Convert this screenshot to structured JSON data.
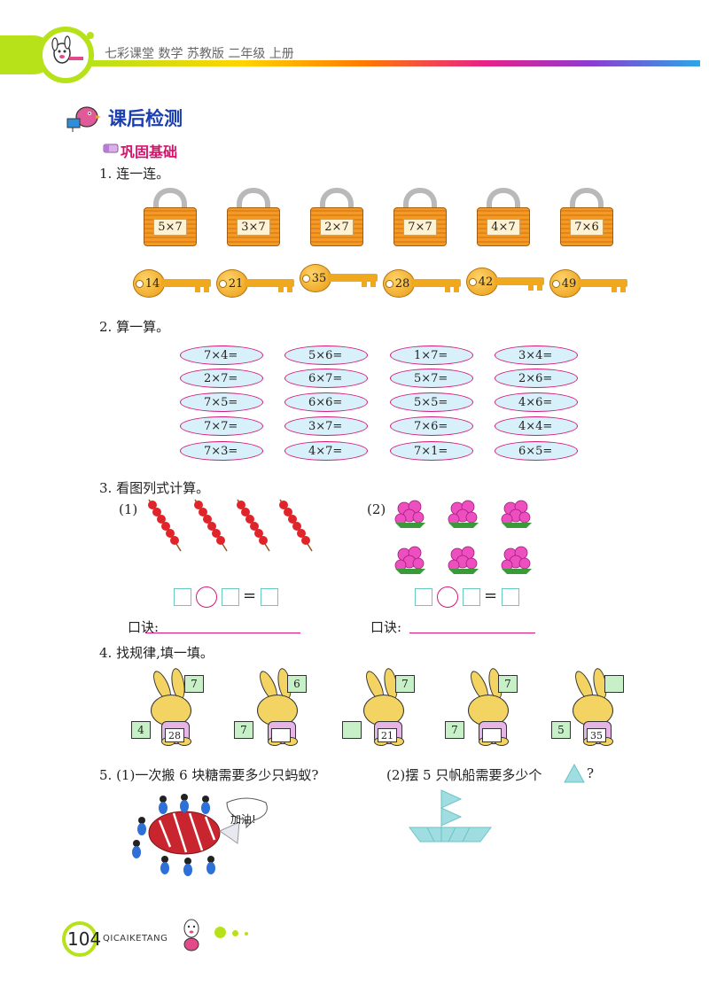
{
  "header": {
    "text": "七彩课堂 数学 苏教版 二年级 上册"
  },
  "section": {
    "title": "课后检测",
    "subtitle": "巩固基础"
  },
  "q1": {
    "title": "1. 连一连。",
    "locks": [
      "5×7",
      "3×7",
      "2×7",
      "7×7",
      "4×7",
      "7×6"
    ],
    "keys": [
      "14",
      "21",
      "35",
      "28",
      "42",
      "49"
    ]
  },
  "q2": {
    "title": "2. 算一算。",
    "columns": [
      [
        "7×4=",
        "2×7=",
        "7×5=",
        "7×7=",
        "7×3="
      ],
      [
        "5×6=",
        "6×7=",
        "6×6=",
        "3×7=",
        "4×7="
      ],
      [
        "1×7=",
        "5×7=",
        "5×5=",
        "7×6=",
        "7×1="
      ],
      [
        "3×4=",
        "2×6=",
        "4×6=",
        "4×4=",
        "6×5="
      ]
    ]
  },
  "q3": {
    "title": "3. 看图列式计算。",
    "part1_label": "(1)",
    "part2_label": "(2)",
    "equals": "=",
    "koujue": "口诀:"
  },
  "q4": {
    "title": "4. 找规律,填一填。",
    "rabbits": [
      {
        "top": "7",
        "left": "4",
        "chest": "28"
      },
      {
        "top": "6",
        "left": "7",
        "chest": ""
      },
      {
        "top": "7",
        "left": "",
        "chest": "21"
      },
      {
        "top": "7",
        "left": "7",
        "chest": ""
      },
      {
        "top": "",
        "left": "5",
        "chest": "35"
      }
    ]
  },
  "q5": {
    "part1": "5. (1)一次搬 6 块糖需要多少只蚂蚁?",
    "part2_prefix": "(2)摆 5 只帆船需要多少个",
    "part2_suffix": "?",
    "speech": "加油!"
  },
  "footer": {
    "page_number": "104",
    "brand": "QICAIKETANG"
  },
  "colors": {
    "accent_pink": "#d4177a",
    "title_blue": "#1a3fb0",
    "lime": "#b7e21a",
    "teal": "#69c8c0"
  }
}
